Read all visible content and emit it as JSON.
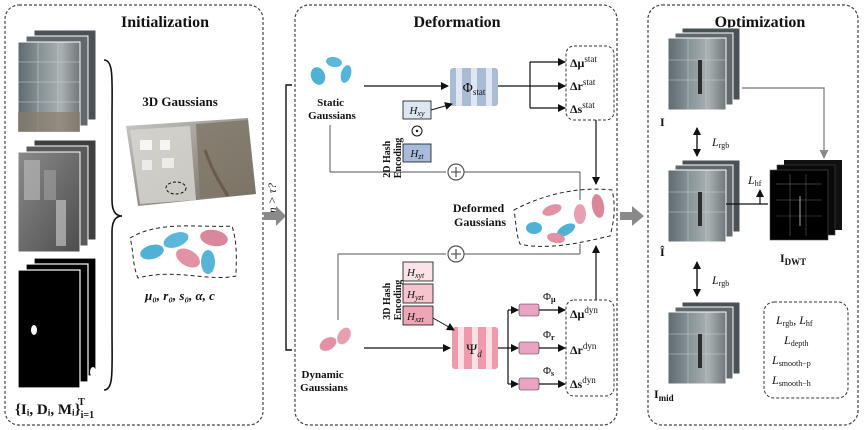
{
  "panels": {
    "initialization": "Initialization",
    "deformation": "Deformation",
    "optimization": "Optimization"
  },
  "initialization": {
    "gaussians_title": "3D Gaussians",
    "params": "μ₀, r₀, s₀, α, c",
    "input_set": "{Iᵢ, Dᵢ, Mᵢ}",
    "input_sub": "i=1",
    "input_sup": "T"
  },
  "condition": "m > τ?",
  "deformation": {
    "static_label": [
      "Static",
      "Gaussians"
    ],
    "dynamic_label": [
      "Dynamic",
      "Gaussians"
    ],
    "hash2d_label": [
      "2D Hash",
      "Encoding"
    ],
    "hash3d_label": [
      "3D Hash",
      "Encoding"
    ],
    "h2d": [
      "H",
      "xy",
      "H",
      "zt"
    ],
    "h3d": [
      "xyt",
      "yzt",
      "xzt"
    ],
    "h_letter": "H",
    "odot": "⊙",
    "plus": "+",
    "phi_stat": "Φ",
    "phi_stat_sub": "stat",
    "psi_d": "Ψ",
    "psi_sub": "d",
    "stat_outputs": [
      {
        "sym": "Δμ",
        "sup": "stat"
      },
      {
        "sym": "Δr",
        "sup": "stat"
      },
      {
        "sym": "Δs",
        "sup": "stat"
      }
    ],
    "dyn_outputs": [
      {
        "sym": "Δμ",
        "sup": "dyn"
      },
      {
        "sym": "Δr",
        "sup": "dyn"
      },
      {
        "sym": "Δs",
        "sup": "dyn"
      }
    ],
    "phi_heads": [
      {
        "sym": "Φ",
        "sub": "μ"
      },
      {
        "sym": "Φ",
        "sub": "r"
      },
      {
        "sym": "Φ",
        "sub": "s"
      }
    ],
    "deformed_label": [
      "Deformed",
      "Gaussians"
    ]
  },
  "optimization": {
    "I": "I",
    "I_hat": "Î",
    "I_mid": "I",
    "I_mid_sub": "mid",
    "I_dwt": "I",
    "I_dwt_sub": "DWT",
    "L": "L",
    "l_rgb_sub": "rgb",
    "l_hf_sub": "hf",
    "loss_box": [
      {
        "a": "rgb",
        "b": "hf"
      },
      {
        "a": "depth"
      },
      {
        "a": "smooth−p"
      },
      {
        "a": "smooth−h"
      }
    ]
  }
}
